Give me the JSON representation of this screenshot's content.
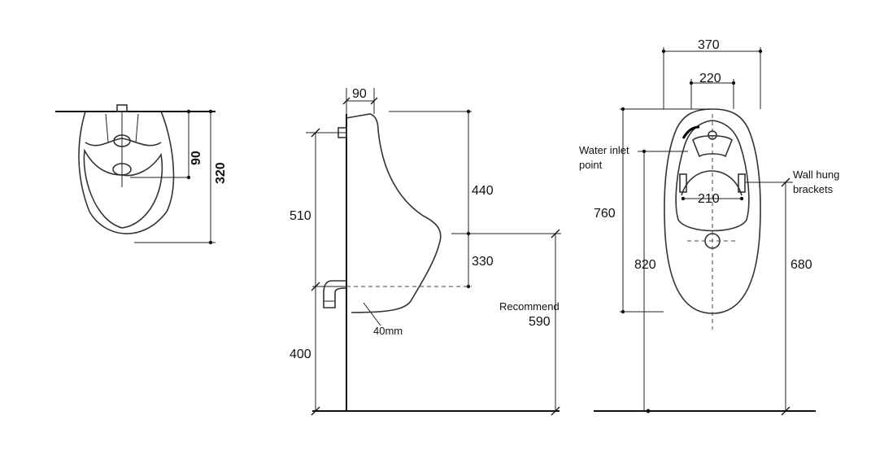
{
  "top_view": {
    "dim_depth": "90",
    "dim_total": "320"
  },
  "side_view": {
    "dim_wall_offset": "90",
    "dim_upper": "510",
    "dim_lower": "400",
    "dim_top_section": "440",
    "dim_mid_section": "330",
    "recommend_label": "Recommend",
    "recommend_value": "590",
    "pipe_label": "40mm"
  },
  "front_view": {
    "dim_width_outer": "370",
    "dim_width_inner": "220",
    "dim_bracket_span": "210",
    "dim_body_height": "760",
    "dim_inlet_height": "820",
    "dim_bracket_height": "680",
    "water_inlet_label_line1": "Water inlet",
    "water_inlet_label_line2": "point",
    "brackets_label_line1": "Wall hung",
    "brackets_label_line2": "brackets"
  }
}
